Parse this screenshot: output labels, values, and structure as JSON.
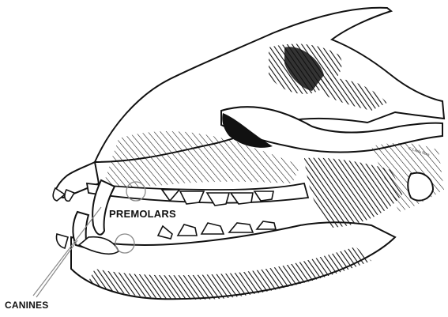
{
  "labels": {
    "premolars": "PREMOLARS",
    "canines": "CANINES"
  },
  "signature": "© Linda Nuss",
  "colors": {
    "ink": "#111111",
    "paper": "#ffffff",
    "callout": "#8a8a8a"
  }
}
